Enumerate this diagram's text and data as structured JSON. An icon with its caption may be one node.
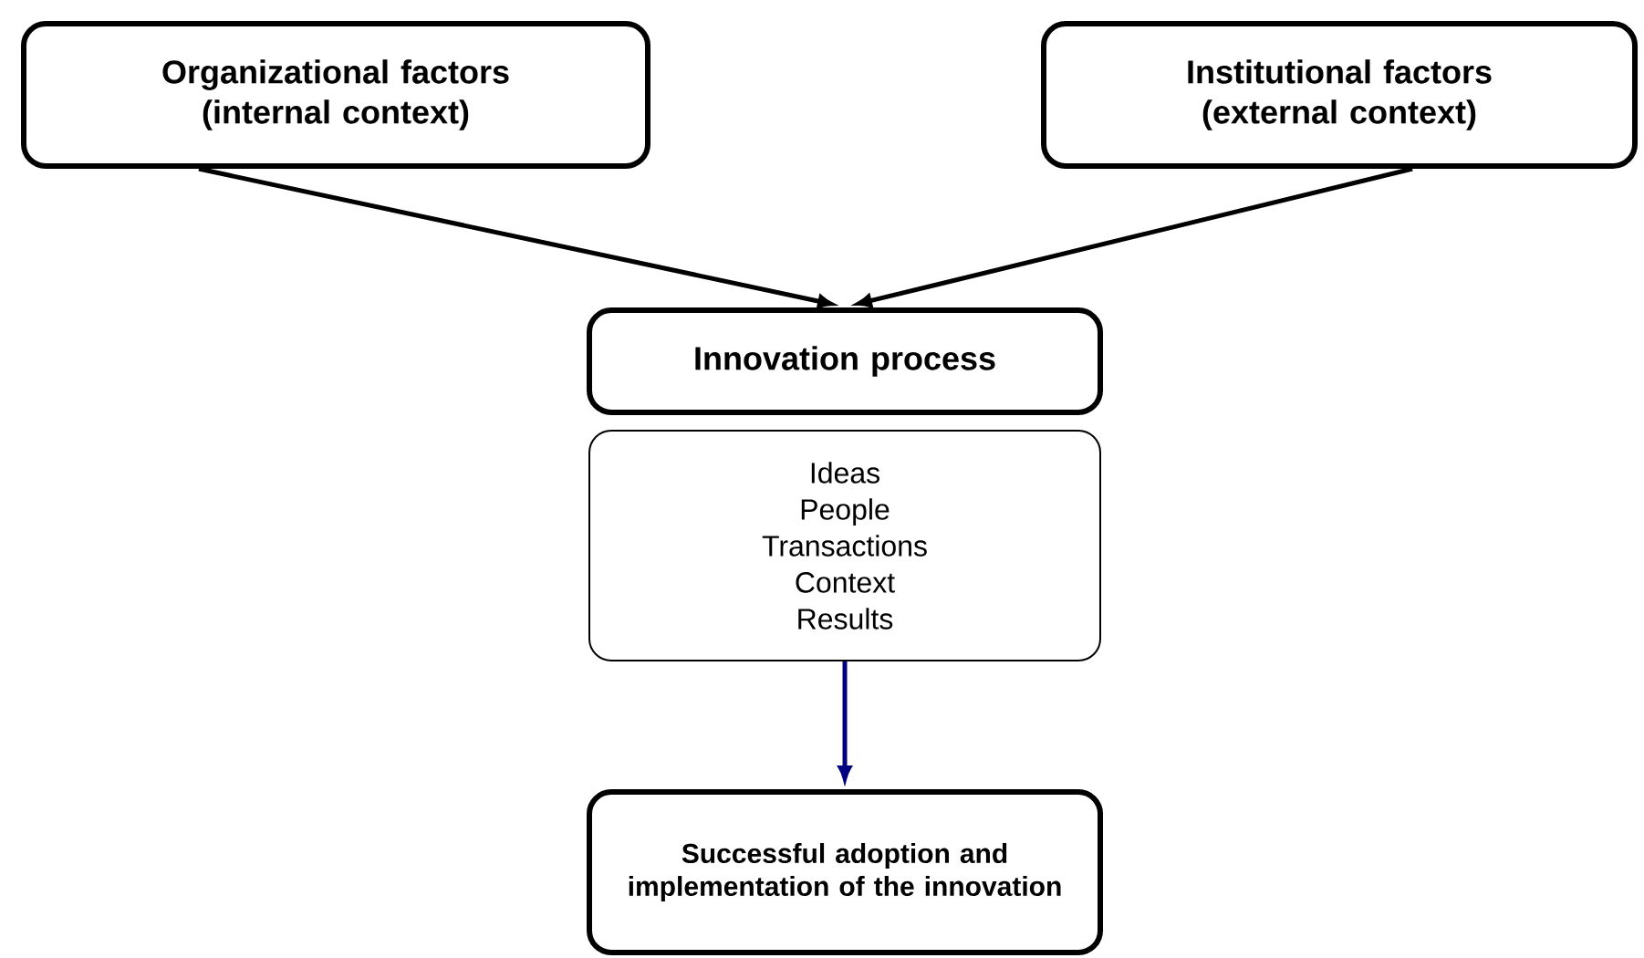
{
  "diagram": {
    "nodes": [
      {
        "text": [
          "Organizational factors (internal context)"
        ]
      },
      {
        "text": [
          "Institutional factors (external context)"
        ]
      },
      {
        "text": [
          "Innovation process"
        ]
      },
      {
        "text": [
          "Ideas",
          "People",
          "Transactions",
          "Context",
          "Results"
        ]
      },
      {
        "text": [
          "Successful adoption and implementation of the innovation"
        ]
      }
    ],
    "edges": [
      {
        "from": 0,
        "to": 2,
        "arrow": "to"
      },
      {
        "from": 1,
        "to": 2,
        "arrow": "to"
      },
      {
        "from": 3,
        "to": 4,
        "arrow": "to",
        "color": "#000080"
      }
    ]
  }
}
